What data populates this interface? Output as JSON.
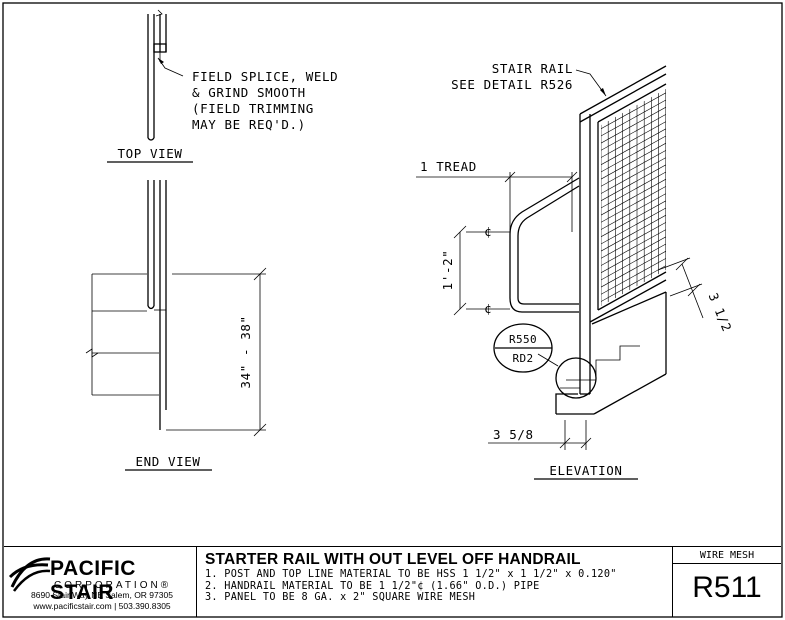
{
  "views": {
    "top_view": "TOP VIEW",
    "end_view": "END VIEW",
    "elevation": "ELEVATION"
  },
  "callouts": {
    "field_splice_lines": [
      "FIELD SPLICE, WELD",
      "& GRIND SMOOTH",
      "(FIELD TRIMMING",
      "MAY BE REQ'D.)"
    ],
    "stair_rail_lines": [
      "STAIR RAIL",
      "SEE DETAIL R526"
    ],
    "detail_ref_top": "R550",
    "detail_ref_bottom": "RD2"
  },
  "dimensions": {
    "height_range": "34\" - 38\"",
    "one_tread": "1 TREAD",
    "one_two": "1'-2\"",
    "three_half": "3 1/2",
    "three_five_eighths": "3 5/8",
    "centerline": "¢"
  },
  "title_block": {
    "company_name": "PACIFIC STAIR",
    "company_sub": "CORPORATION®",
    "address": "8690 Stair Way NE Salem, OR 97305",
    "contact": "www.pacificstair.com  |  503.390.8305",
    "drawing_title": "STARTER RAIL WITH OUT LEVEL OFF HANDRAIL",
    "notes": [
      "1. POST AND TOP LINE MATERIAL TO BE HSS 1 1/2\" x 1 1/2\" x 0.120\"",
      "2. HANDRAIL MATERIAL TO BE 1 1/2\"¢ (1.66\" O.D.) PIPE",
      "3. PANEL TO BE 8 GA. x 2\" SQUARE WIRE MESH"
    ],
    "type_label": "WIRE MESH",
    "drawing_number": "R511"
  }
}
